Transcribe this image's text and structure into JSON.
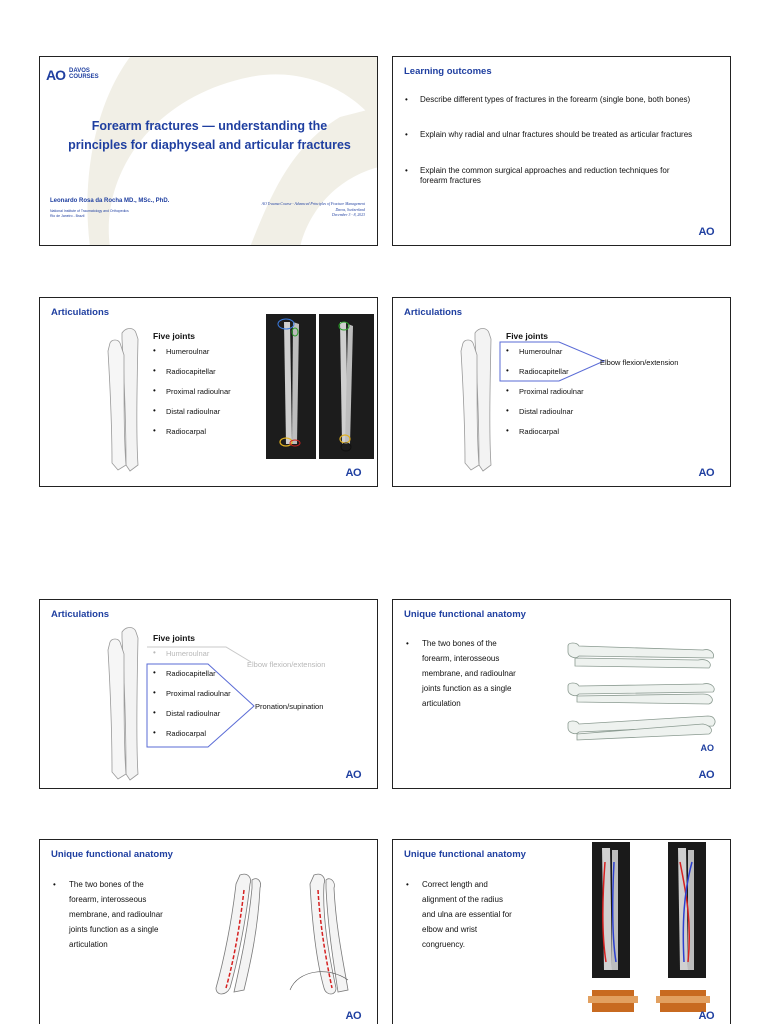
{
  "slide1": {
    "logo_ao": "AO",
    "logo_line1": "DAVOS",
    "logo_line2": "COURSES",
    "title_line1": "Forearm fractures — understanding the",
    "title_line2": "principles for diaphyseal and articular fractures",
    "author": "Leonardo Rosa da Rocha MD., MSc., PhD.",
    "affil_line1": "National Institute of Traumatology and Orthopedics",
    "affil_line2": "Rio de Janeiro - Brazil",
    "course_line1": "AO Trauma Course - Advanced Principles of Fracture Management",
    "course_line2": "Davos, Switzerland",
    "course_line3": "December 3 - 8, 2023"
  },
  "slide2": {
    "title": "Learning outcomes",
    "bullet_symbol": "•",
    "items": [
      "Describe different types of fractures in the forearm (single bone, both bones)",
      "Explain why radial and ulnar fractures should be treated as articular fractures",
      "Explain the common surgical approaches and reduction techniques for forearm fractures"
    ],
    "logo": "AO"
  },
  "joints": {
    "heading": "Five joints",
    "items": [
      "Humeroulnar",
      "Radiocapitellar",
      "Proximal radioulnar",
      "Distal radioulnar",
      "Radiocarpal"
    ],
    "bullet": "•"
  },
  "slide3": {
    "title": "Articulations",
    "logo": "AO"
  },
  "slide4": {
    "title": "Articulations",
    "callout": "Elbow flexion/extension",
    "logo": "AO"
  },
  "slide5": {
    "title": "Articulations",
    "callout_gray": "Elbow flexion/extension",
    "callout": "Pronation/supination",
    "logo": "AO"
  },
  "slide6": {
    "title": "Unique functional anatomy",
    "text_lines": [
      "The two bones of the",
      "forearm, interosseous",
      "membrane, and radioulnar",
      "joints function as a single",
      "articulation"
    ],
    "small_logo": "AO",
    "logo": "AO"
  },
  "slide7": {
    "title": "Unique functional anatomy",
    "text_lines": [
      "The two bones of the",
      "forearm, interosseous",
      "membrane, and radioulnar",
      "joints function as a single",
      "articulation"
    ],
    "logo": "AO"
  },
  "slide8": {
    "title": "Unique functional anatomy",
    "text_lines": [
      "Correct length and",
      "alignment of the radius",
      "and ulna are essential for",
      "elbow and wrist",
      "congruency."
    ],
    "logo": "AO"
  },
  "colors": {
    "accent": "#1f3fa0",
    "callout_box": "#5a6bd6",
    "red_line": "#d62020",
    "blue_line": "#2b3fd0"
  }
}
